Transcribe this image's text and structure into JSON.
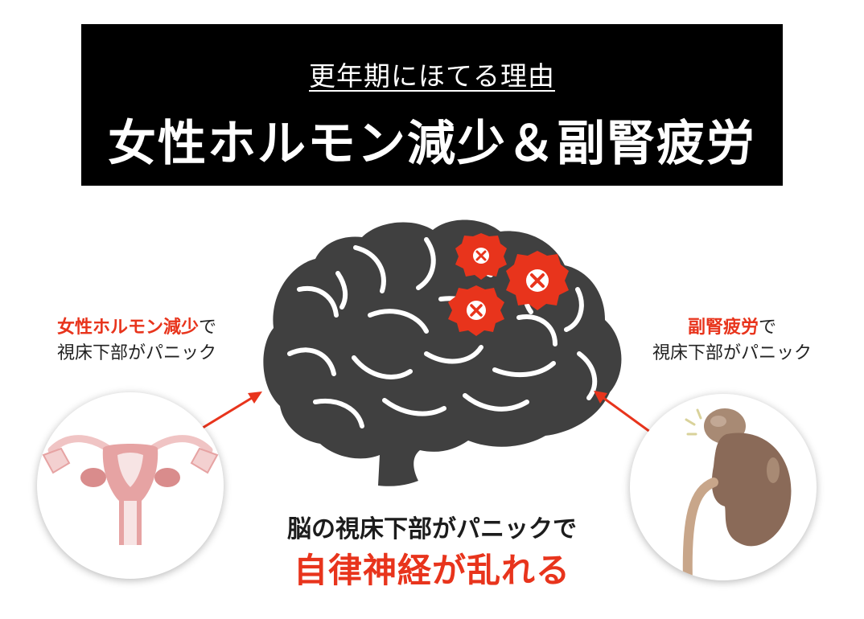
{
  "banner": {
    "subtitle": "更年期にほてる理由",
    "title": "女性ホルモン減少＆副腎疲労"
  },
  "left_label": {
    "accent": "女性ホルモン減少",
    "suffix": "で",
    "line2": "視床下部がパニック"
  },
  "right_label": {
    "accent": "副腎疲労",
    "suffix": "で",
    "line2": "視床下部がパニック"
  },
  "caption": {
    "line1": "脳の視床下部がパニックで",
    "line2": "自律神経が乱れる"
  },
  "colors": {
    "accent": "#e8341c",
    "brain": "#404040",
    "banner_bg": "#000000",
    "uterus": "#e6a3a3",
    "kidney": "#8a6a58"
  },
  "icons": {
    "left_circle": "uterus-illustration",
    "right_circle": "kidney-illustration",
    "center": "brain-illustration",
    "markers": "error-x-icon",
    "arrows": "arrow-icon"
  }
}
